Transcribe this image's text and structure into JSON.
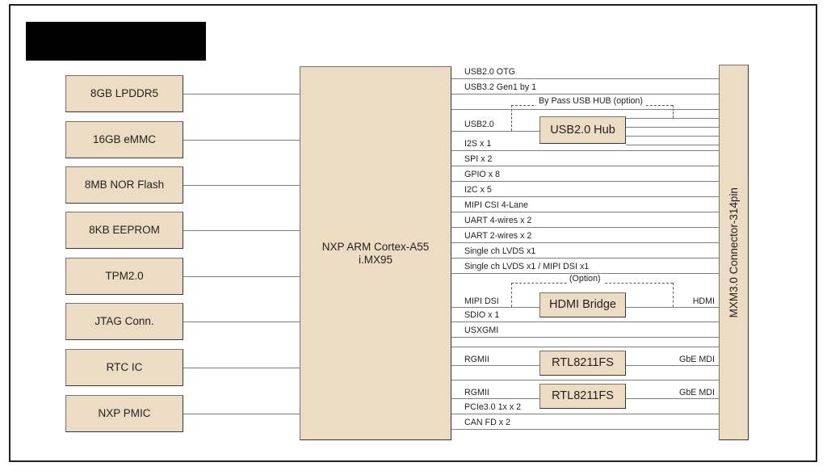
{
  "diagram": {
    "title_redacted": "",
    "soc": {
      "line1": "NXP ARM Cortex-A55",
      "line2": "i.MX95"
    },
    "connector": {
      "label": "MXM3.0 Connector-314pin"
    },
    "left_blocks": [
      {
        "label": "8GB LPDDR5"
      },
      {
        "label": "16GB eMMC"
      },
      {
        "label": "8MB NOR Flash"
      },
      {
        "label": "8KB EEPROM"
      },
      {
        "label": "TPM2.0"
      },
      {
        "label": "JTAG Conn."
      },
      {
        "label": "RTC IC"
      },
      {
        "label": "NXP PMIC"
      }
    ],
    "mid_blocks": [
      {
        "label": "USB2.0 Hub"
      },
      {
        "label": "HDMI Bridge"
      },
      {
        "label": "RTL8211FS"
      },
      {
        "label": "RTL8211FS"
      }
    ],
    "signals": [
      {
        "label": "USB2.0 OTG"
      },
      {
        "label": "USB3.2 Gen1 by 1"
      },
      {
        "label": "USB2.0"
      },
      {
        "label": "I2S x 1"
      },
      {
        "label": "SPI x 2"
      },
      {
        "label": "GPIO x 8"
      },
      {
        "label": "I2C x 5"
      },
      {
        "label": "MIPI CSI 4-Lane"
      },
      {
        "label": "UART 4-wires x 2"
      },
      {
        "label": "UART 2-wires x 2"
      },
      {
        "label": "Single ch LVDS x1"
      },
      {
        "label": "Single ch LVDS x1 / MIPI DSI x1"
      },
      {
        "label": "MIPI DSI"
      },
      {
        "label": "SDIO x 1"
      },
      {
        "label": "USXGMI"
      },
      {
        "label": "RGMII"
      },
      {
        "label": "RGMII"
      },
      {
        "label": "PCIe3.0 1x  x 2"
      },
      {
        "label": "CAN FD x 2"
      }
    ],
    "right_signals": [
      {
        "label": "HDMI"
      },
      {
        "label": "GbE MDI"
      },
      {
        "label": "GbE MDI"
      }
    ],
    "options": [
      {
        "label": "By Pass USB HUB (option)"
      },
      {
        "label": "(Option)"
      }
    ],
    "colors": {
      "block_fill": "#ecdcc4",
      "block_border": "#7a736b",
      "line": "#808080",
      "text": "#231f20",
      "frame": "#231f20"
    }
  }
}
